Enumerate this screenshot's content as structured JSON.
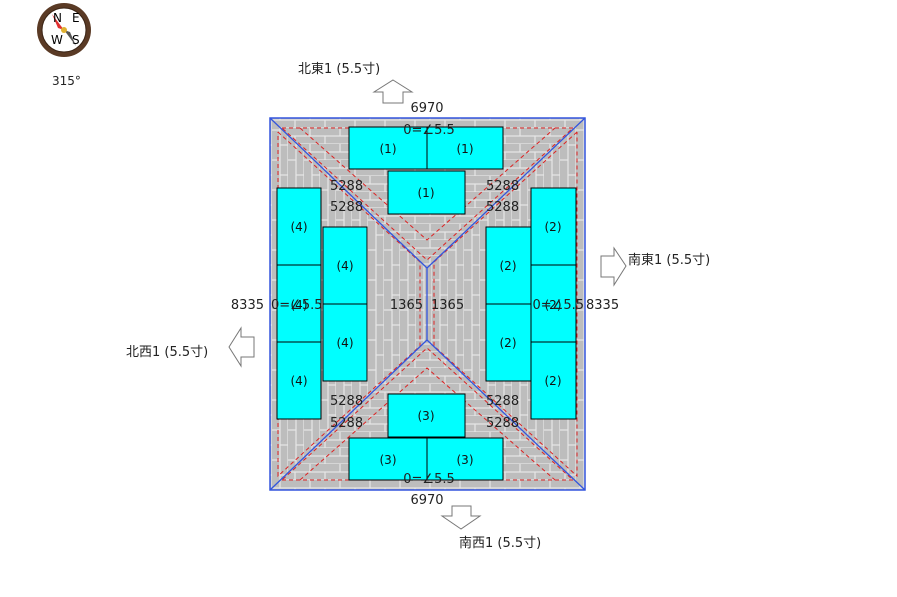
{
  "compass": {
    "angle_text": "315°",
    "letters": [
      "N",
      "E",
      "S",
      "W"
    ]
  },
  "roof": {
    "sides": [
      {
        "id": "north",
        "label": "北東1 (5.5寸)"
      },
      {
        "id": "east",
        "label": "南東1 (5.5寸)"
      },
      {
        "id": "south",
        "label": "南西1 (5.5寸)"
      },
      {
        "id": "west",
        "label": "北西1 (5.5寸)"
      }
    ],
    "dims": {
      "top": "6970",
      "bottom": "6970",
      "left": "8335",
      "right": "8335",
      "slope_top": "0=∠5.5",
      "slope_bottom": "0=∠5.5",
      "slope_left": "0=∠5.5",
      "slope_right": "0=∠5.5",
      "center_left": "1365",
      "center_right": "1365",
      "hip_tl_1": "5288",
      "hip_tl_2": "5288",
      "hip_tr_1": "5288",
      "hip_tr_2": "5288",
      "hip_bl_1": "5288",
      "hip_bl_2": "5288",
      "hip_br_1": "5288",
      "hip_br_2": "5288"
    },
    "panels": {
      "p_n1": "(1)",
      "p_n2": "(1)",
      "p_n3": "(1)",
      "p_e1": "(2)",
      "p_e2": "(2)",
      "p_e3": "(2)",
      "p_e4": "(2)",
      "p_e5": "(2)",
      "p_s1": "(3)",
      "p_s2": "(3)",
      "p_s3": "(3)",
      "p_w1": "(4)",
      "p_w2": "(4)",
      "p_w3": "(4)",
      "p_w4": "(4)",
      "p_w5": "(4)"
    },
    "colors": {
      "panel": "#00ffff",
      "hip": "#3355dd",
      "setback": "#dd2222",
      "roof": "#c0c0c0"
    }
  }
}
